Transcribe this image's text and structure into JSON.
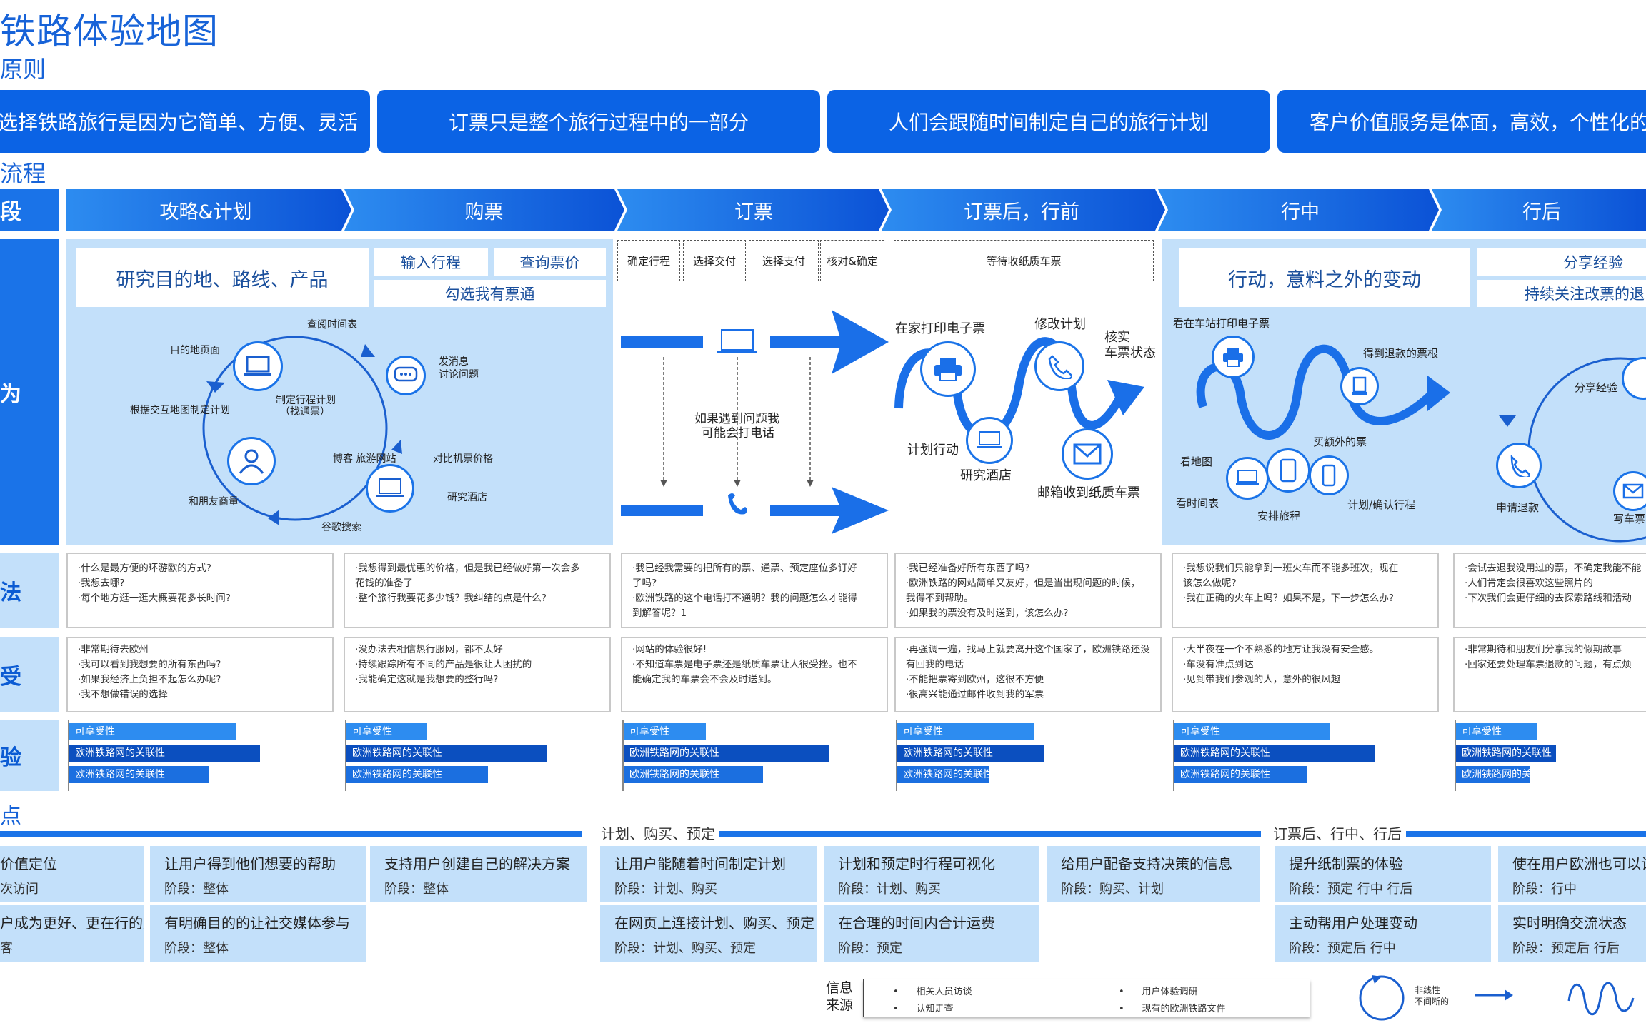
{
  "header": {
    "title": "铁路体验地图",
    "subtitle": "原则"
  },
  "principles": [
    "选择铁路旅行是因为它简单、方便、灵活",
    "订票只是整个旅行过程中的一部分",
    "人们会跟随时间制定自己的旅行计划",
    "客户价值服务是体面，高效，个性化的服"
  ],
  "section_process": "流程",
  "row_labels": {
    "stage": "段",
    "behavior": "为",
    "thoughts": "法",
    "feelings": "受",
    "experience": "验"
  },
  "stages": [
    "攻略&计划",
    "购票",
    "订票",
    "订票后，行前",
    "行中",
    "行后"
  ],
  "behavior": {
    "s1": {
      "main": "研究目的地、路线、产品",
      "box2": "输入行程",
      "box3": "查询票价",
      "box4": "勾选我有票通",
      "nodes": {
        "timetable": "查阅时间表",
        "destination": "目的地页面",
        "message": "发消息",
        "discuss": "讨论问题",
        "plan": "制定行程计划",
        "plan2": "（找通票）",
        "interactive": "根据交互地图制定计划",
        "blog": "博客 旅游网站",
        "compare": "对比机票价格",
        "friends": "和朋友商量",
        "hotel": "研究酒店",
        "google": "谷歌搜索"
      }
    },
    "s2": {
      "boxes": [
        "确定行程",
        "选择交付",
        "选择支付",
        "核对&确定"
      ],
      "note1": "如果遇到问题我",
      "note2": "可能会打电话"
    },
    "s3": {
      "box": "等待收纸质车票",
      "print": "在家打印电子票",
      "modify": "修改计划",
      "verify1": "核实",
      "verify2": "车票状态",
      "action": "计划行动",
      "hotel": "研究酒店",
      "mail": "邮箱收到纸质车票"
    },
    "s4": {
      "main": "行动，意料之外的变动",
      "print": "看在车站打印电子票",
      "refund": "得到退款的票根",
      "extra": "买额外的票",
      "map": "看地图",
      "timetable": "看时间表",
      "arrange": "安排旅程",
      "confirm": "计划/确认行程"
    },
    "s5": {
      "box1": "分享经验",
      "box2": "持续关注改票的退",
      "share": "分享经验",
      "refund": "申请退款",
      "write": "写车票"
    }
  },
  "thoughts": [
    [
      "·什么是最方便的环游欧的方式?",
      "·我想去哪?",
      "·每个地方逛一逛大概要花多长时间?"
    ],
    [
      "·我想得到最优惠的价格，但是我已经做好第一次会多",
      "花钱的准备了",
      "·整个旅行我要花多少钱？我纠结的点是什么?"
    ],
    [
      "·我已经我需要的把所有的票、通票、预定座位多订好",
      "了吗?",
      "·欧洲铁路的这个电话打不通明？我的问题怎么才能得",
      "到解答呢？1"
    ],
    [
      "·我已经准备好所有东西了吗?",
      "·欧洲铁路的网站简单又友好，但是当出现问题的时候，",
      "我得不到帮助。",
      "·如果我的票没有及时送到，该怎么办?"
    ],
    [
      "·我想说我们只能拿到一班火车而不能多班次，现在",
      "该怎么做呢?",
      "·我在正确的火车上吗？如果不是，下一步怎么办?"
    ],
    [
      "·会试去退我没用过的票，不确定我能不能",
      "·人们肯定会很喜欢这些照片的",
      "·下次我们会更仔细的去探索路线和活动"
    ]
  ],
  "feelings": [
    [
      "·非常期待去欧州",
      "·我可以看到我想要的所有东西吗?",
      "·如果我经济上负担不起怎么办呢?",
      "·我不想做错误的选择"
    ],
    [
      "·没办法去相信热行服网，都不太好",
      "·持续跟踪所有不同的产品是很让人困扰的",
      "·我能确定这就是我想要的整行吗?"
    ],
    [
      "·网站的体验很好!",
      "·不知道车票是电子票还是纸质车票让人很受挫。也不",
      "能确定我的车票会不会及时送到。"
    ],
    [
      "·再强调一遍，找马上就要离开这个国家了，欧洲铁路还没",
      "有回我的电话",
      "·不能把票寄到欧州，这很不方便",
      "·很高兴能通过邮件收到我的军票"
    ],
    [
      "·大半夜在一个不熟悉的地方让我没有安全感。",
      "·车没有准点到达",
      "·见到带我们参观的人，意外的很风趣"
    ],
    [
      "·非常期待和朋友们分享我的假期故事",
      "·回家还要处理车票退款的问题，有点烦"
    ]
  ],
  "experience": {
    "labels": [
      "可享受性",
      "欧洲铁路网的关联性",
      "欧洲铁路网的关联性"
    ],
    "levels": [
      [
        0.71,
        0.81,
        0.59
      ],
      [
        0.34,
        0.85,
        0.6
      ],
      [
        0.35,
        0.87,
        0.59
      ],
      [
        0.58,
        0.62,
        0.39
      ],
      [
        0.66,
        0.85,
        0.56
      ],
      [
        0.44,
        0.54,
        0.4
      ]
    ]
  },
  "opportunities": {
    "section": "点",
    "groups": [
      "计划、购买、预定",
      "订票后、行中、行后"
    ],
    "cards": [
      {
        "h": "价值定位",
        "s": "次访问"
      },
      {
        "h": "让用户得到他们想要的帮助",
        "s": "阶段：整体"
      },
      {
        "h": "支持用户创建自己的解决方案",
        "s": "阶段：整体"
      },
      {
        "h": "让用户能随着时间制定计划",
        "s": "阶段：计划、购买"
      },
      {
        "h": "计划和预定时行程可视化",
        "s": "阶段：计划、购买"
      },
      {
        "h": "给用户配备支持决策的信息",
        "s": "阶段：购买、计划"
      },
      {
        "h": "提升纸制票的体验",
        "s": "阶段：预定 行中 行后"
      },
      {
        "h": "使在用户欧洲也可以计",
        "s": "阶段：行中"
      },
      {
        "h": "户成为更好、更在行的旅",
        "s": "客"
      },
      {
        "h": "有明确目的的让社交媒体参与",
        "s": "阶段：整体"
      },
      {
        "h": "在网页上连接计划、购买、预定",
        "s": "阶段：计划、购买、预定"
      },
      {
        "h": "在合理的时间内合计运费",
        "s": "阶段：预定"
      },
      {
        "h": "主动帮用户处理变动",
        "s": "阶段：预定后 行中"
      },
      {
        "h": "实时明确交流状态",
        "s": "阶段：预定后  行后"
      }
    ]
  },
  "sources": {
    "label1": "信息",
    "label2": "来源",
    "items": [
      "相关人员访谈",
      "认知走查",
      "用户体验调研",
      "现有的欧洲铁路文件"
    ]
  },
  "legend": {
    "nonlinear1": "非线性",
    "nonlinear2": "不间断的"
  }
}
